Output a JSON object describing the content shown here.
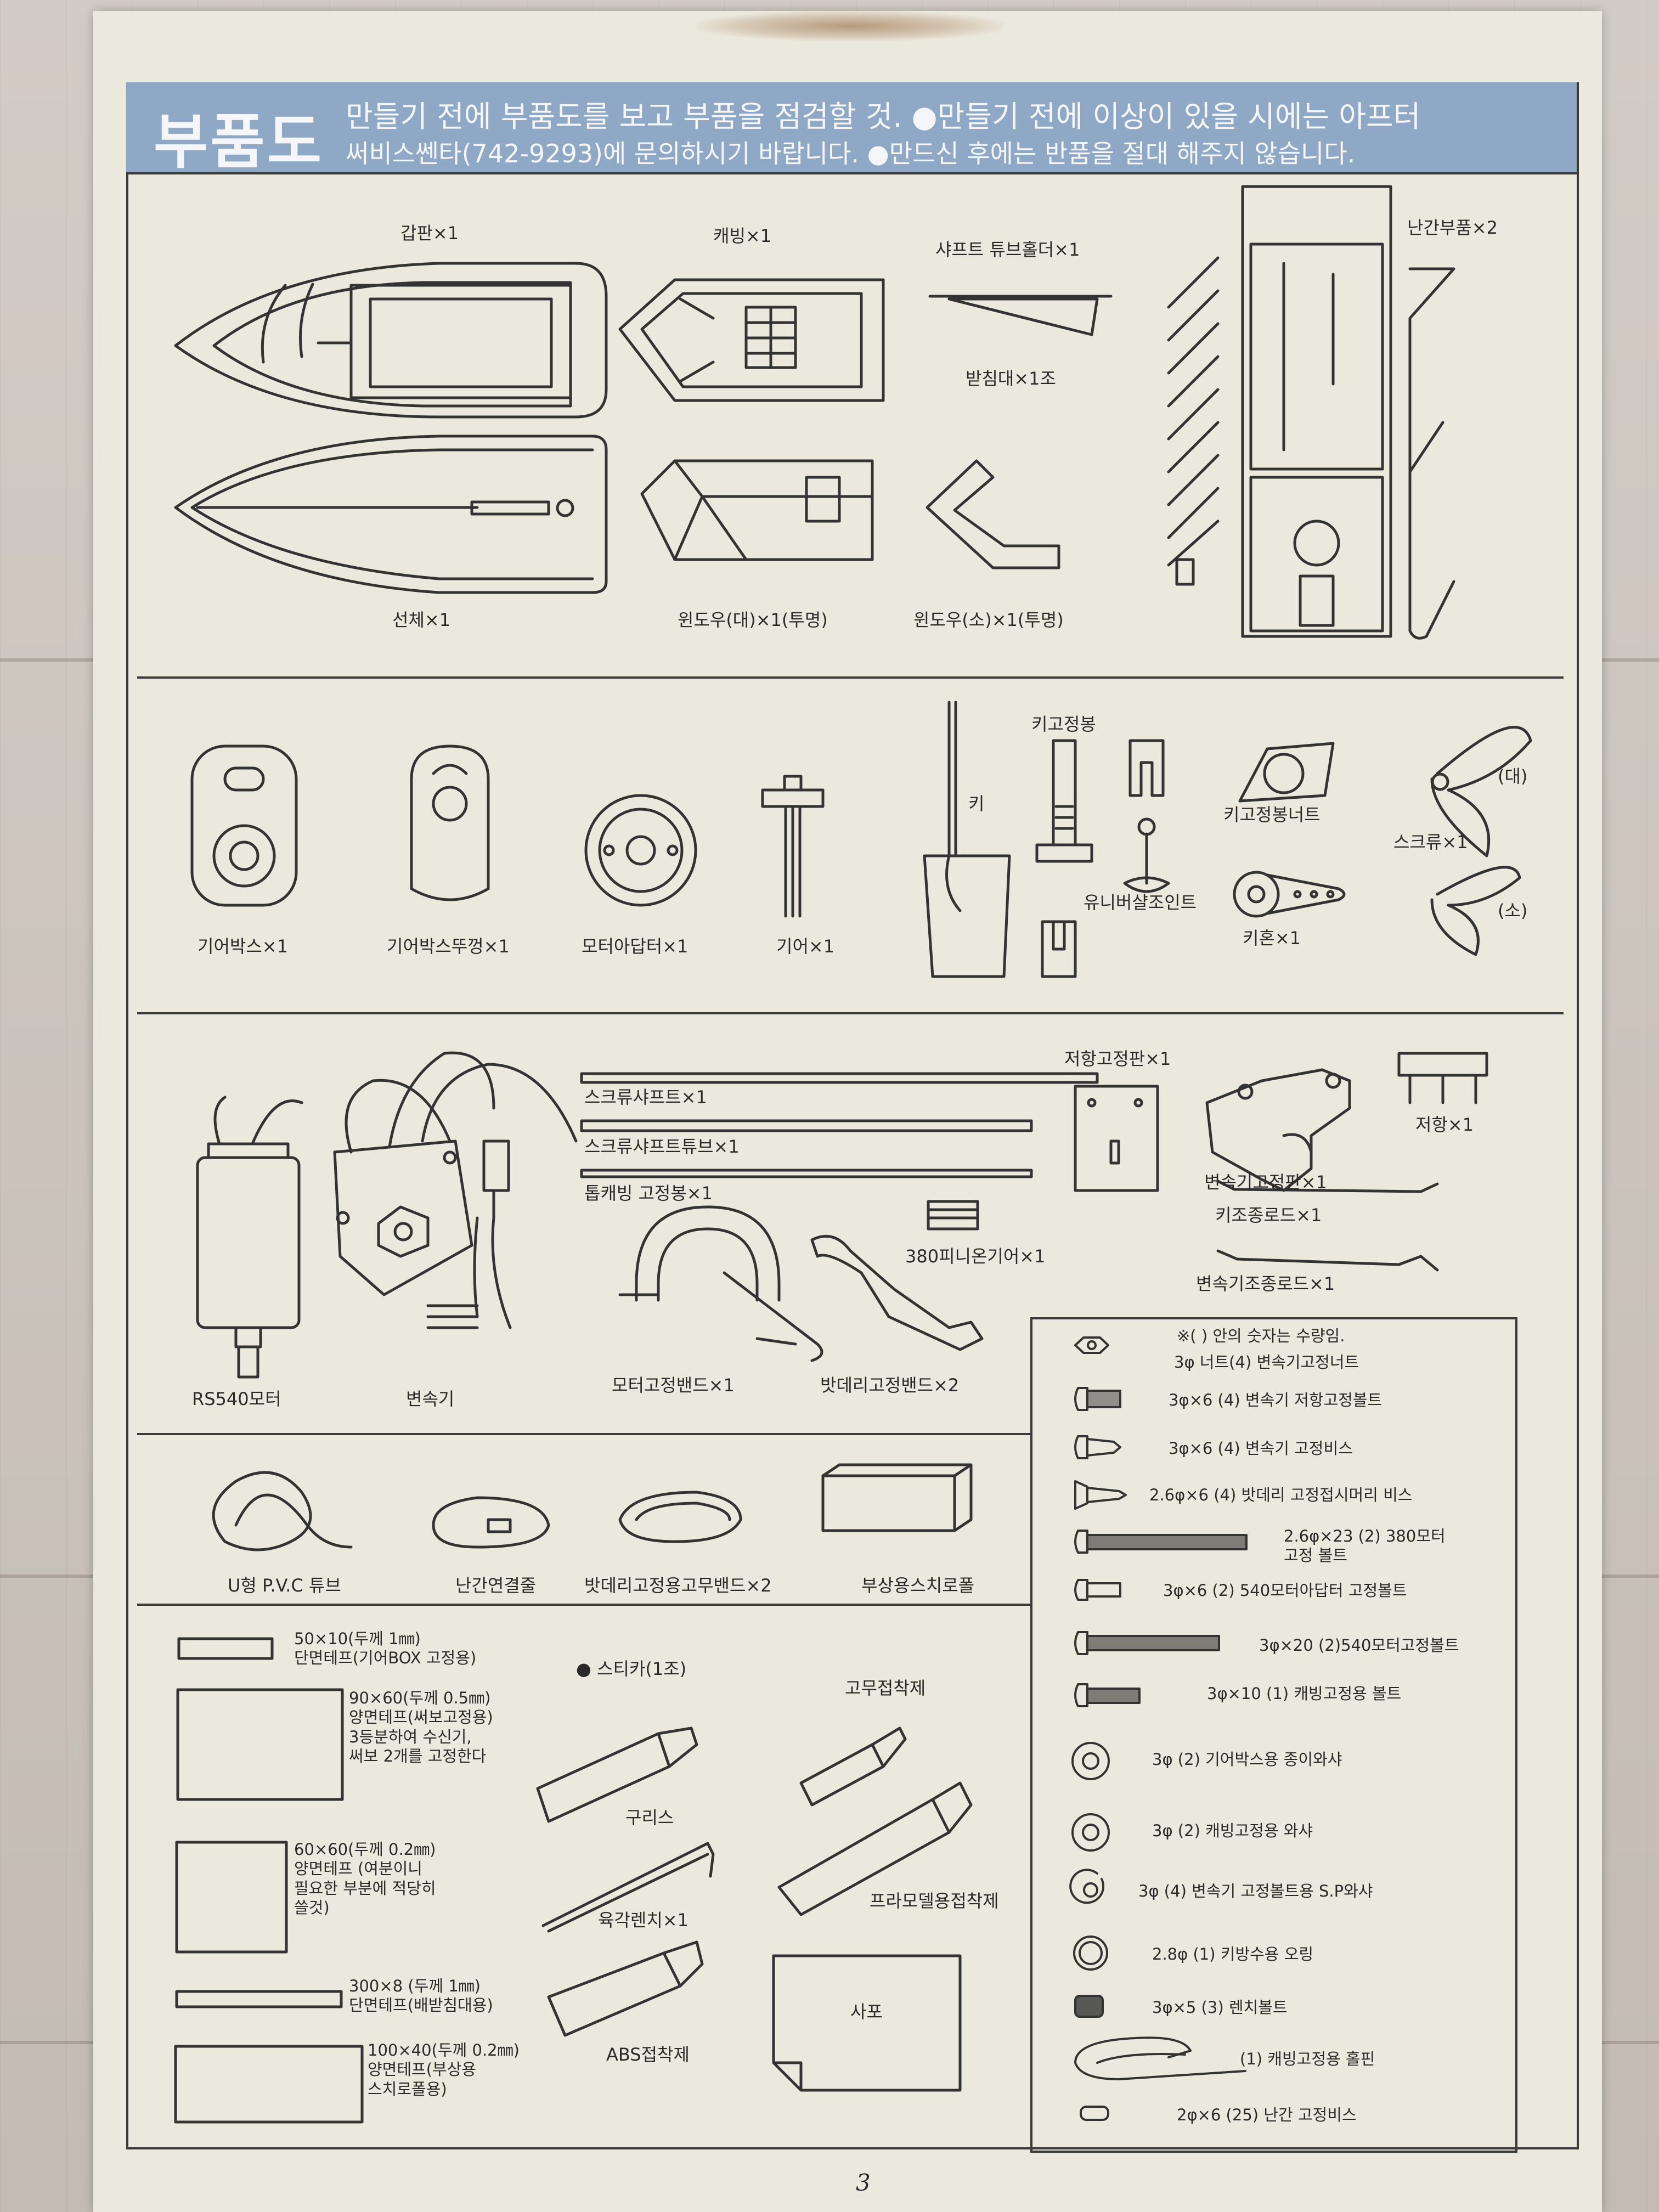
{
  "header": {
    "title": "부품도",
    "line1": "만들기 전에 부품도를 보고 부품을 점검할 것.  ●만들기 전에 이상이 있을 시에는 아프터",
    "line2": "써비스쎈타(742-9293)에 문의하시기 바랍니다. ●만드신 후에는 반품을 절대 해주지 않습니다."
  },
  "section1": {
    "deck": "갑판×1",
    "cabin": "캐빙×1",
    "shaft_holder": "샤프트 튜브홀더×1",
    "stand": "받침대×1조",
    "railing": "난간부품×2",
    "hull": "선체×1",
    "window_large": "윈도우(대)×1(투명)",
    "window_small": "윈도우(소)×1(투명)"
  },
  "section2": {
    "gearbox": "기어박스×1",
    "gearbox_cover": "기어박스뚜껑×1",
    "motor_adapter": "모터아답터×1",
    "gear": "기어×1",
    "rudder": "키",
    "rudder_rod": "키고정봉",
    "universal_joint": "유니버샬조인트",
    "rudder_nut": "키고정봉너트",
    "horn": "키혼×1",
    "screw": "스크류×1",
    "large": "(대)",
    "small": "(소)"
  },
  "section3": {
    "motor": "RS540모터",
    "transmission": "변속기",
    "screw_shaft": "스크류샤프트×1",
    "shaft_tube": "스크류샤프트튜브×1",
    "cabin_rod": "톱캐빙 고정봉×1",
    "pinion": "380피니온기어×1",
    "motor_band": "모터고정밴드×1",
    "battery_band": "밧데리고정밴드×2",
    "resistor_plate": "저항고정판×1",
    "resistor": "저항×1",
    "trans_plate": "변속기고정판×1",
    "steer_rod": "키조종로드×1",
    "trans_rod": "변속기조종로드×1"
  },
  "section4": {
    "tube": "U형 P.V.C 튜브",
    "rail_wire": "난간연결줄",
    "rubber_band": "밧데리고정용고무밴드×2",
    "foam": "부상용스치로폴"
  },
  "tapes": [
    {
      "l1": "50×10(두께 1㎜)",
      "l2": "단면테프(기어BOX 고정용)",
      "l3": "",
      "l4": ""
    },
    {
      "l1": "90×60(두께 0.5㎜)",
      "l2": "양면테프(써보고정용)",
      "l3": "3등분하여 수신기,",
      "l4": "써보 2개를 고정한다"
    },
    {
      "l1": "60×60(두께 0.2㎜)",
      "l2": "양면테프 (여분이니",
      "l3": "필요한 부분에 적당히",
      "l4": "쓸것)"
    },
    {
      "l1": "300×8 (두께 1㎜)",
      "l2": "단면테프(배받침대용)",
      "l3": "",
      "l4": ""
    },
    {
      "l1": "100×40(두께 0.2㎜)",
      "l2": "양면테프(부상용",
      "l3": "스치로폴용)",
      "l4": ""
    }
  ],
  "supplies": {
    "sticker": "● 스티카(1조)",
    "rubber_glue": "고무접착제",
    "grease": "구리스",
    "hex_wrench": "육각렌치×1",
    "plastic_glue": "프라모델용접착제",
    "abs_glue": "ABS접착제",
    "sandpaper": "사포"
  },
  "hardware": {
    "note": "※(  ) 안의 숫자는 수량임.",
    "items": [
      "3φ 너트(4)  변속기고정너트",
      "3φ×6 (4) 변속기 저항고정볼트",
      "3φ×6 (4) 변속기 고정비스",
      "2.6φ×6 (4) 밧데리 고정접시머리 비스",
      "2.6φ×23 (2) 380모터",
      "3φ×6 (2) 540모터아답터 고정볼트",
      "3φ×20 (2)540모터고정볼트",
      "3φ×10 (1) 캐빙고정용 볼트",
      "3φ (2) 기어박스용 종이와샤",
      "3φ (2) 캐빙고정용 와샤",
      "3φ (4) 변속기 고정볼트용 S.P와샤",
      "2.8φ (1) 키방수용 오링",
      "3φ×5 (3) 렌치볼트",
      "(1) 캐빙고정용 홀핀",
      "2φ×6 (25) 난간 고정비스"
    ],
    "item4_line2": "고정 볼트"
  },
  "page_number": "3"
}
